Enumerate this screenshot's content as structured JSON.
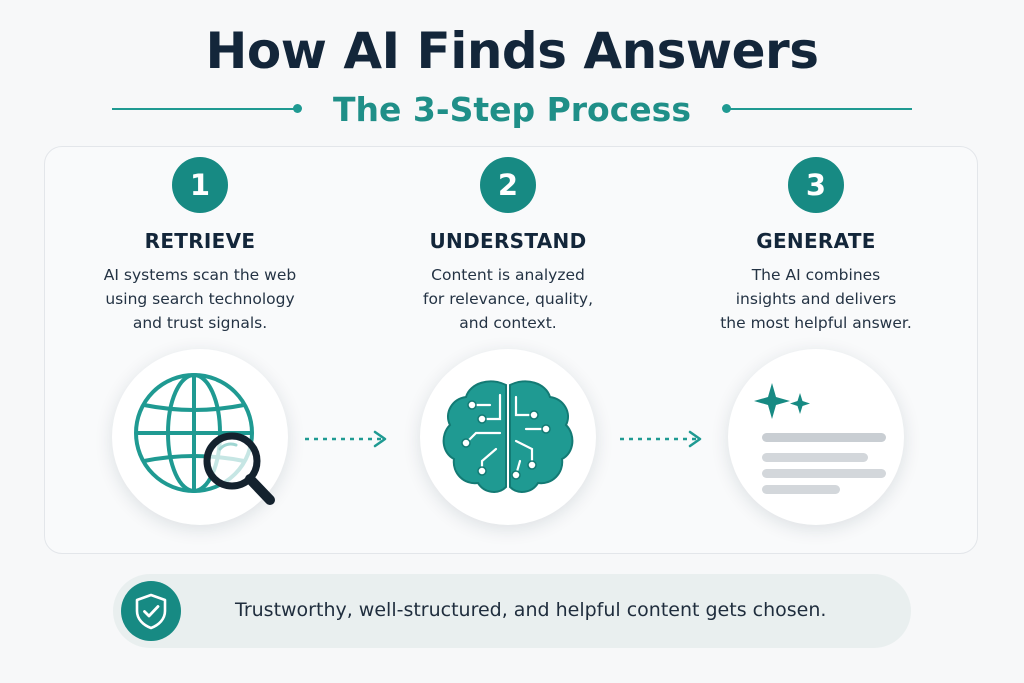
{
  "title": "How AI Finds Answers",
  "subtitle": "The 3-Step Process",
  "accent_color": "#178a83",
  "steps": [
    {
      "number": "1",
      "title": "RETRIEVE",
      "description_lines": [
        "AI systems scan the web",
        "using search technology",
        "and trust signals."
      ],
      "icon": "globe-magnifier-icon"
    },
    {
      "number": "2",
      "title": "UNDERSTAND",
      "description_lines": [
        "Content is analyzed",
        "for relevance, quality,",
        "and context."
      ],
      "icon": "brain-circuit-icon"
    },
    {
      "number": "3",
      "title": "GENERATE",
      "description_lines": [
        "The AI combines",
        "insights and delivers",
        "the most helpful answer."
      ],
      "icon": "sparkle-answer-icon"
    }
  ],
  "footer": {
    "text": "Trustworthy, well-structured, and helpful content gets chosen.",
    "icon": "shield-check-icon"
  }
}
